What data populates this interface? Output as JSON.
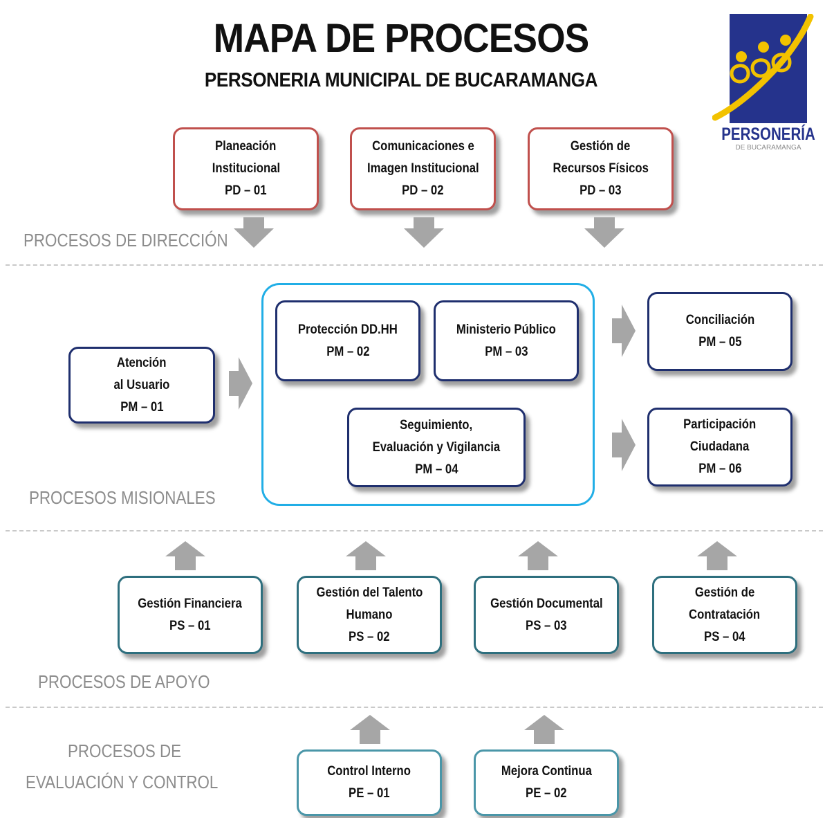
{
  "title": "MAPA DE PROCESOS",
  "subtitle": "PERSONERIA MUNICIPAL DE BUCARAMANGA",
  "logo": {
    "brand": "PERSONERÍA",
    "city": "DE  BUCARAMANGA",
    "colors": {
      "blue": "#25338c",
      "yellow": "#f2c200"
    }
  },
  "sections": {
    "direccion": "PROCESOS DE DIRECCIÓN",
    "misionales": "PROCESOS MISIONALES",
    "apoyo": "PROCESOS DE APOYO",
    "evaluacion_1": "PROCESOS DE",
    "evaluacion_2": "EVALUACIÓN Y CONTROL"
  },
  "direccion": [
    {
      "lines": [
        "Planeación",
        "Institucional",
        "PD – 01"
      ]
    },
    {
      "lines": [
        "Comunicaciones e",
        "Imagen Institucional",
        "PD – 02"
      ]
    },
    {
      "lines": [
        "Gestión de",
        "Recursos Físicos",
        "PD – 03"
      ]
    }
  ],
  "misionales": {
    "atencion": {
      "lines": [
        "Atención",
        "al Usuario",
        "PM – 01"
      ]
    },
    "proteccion": {
      "lines": [
        "Protección DD.HH",
        "PM – 02"
      ]
    },
    "ministerio": {
      "lines": [
        "Ministerio Público",
        "PM – 03"
      ]
    },
    "seguimiento": {
      "lines": [
        "Seguimiento,",
        "Evaluación y Vigilancia",
        "PM – 04"
      ]
    },
    "conciliacion": {
      "lines": [
        "Conciliación",
        "PM – 05"
      ]
    },
    "participacion": {
      "lines": [
        "Participación",
        "Ciudadana",
        "PM – 06"
      ]
    }
  },
  "apoyo": [
    {
      "lines": [
        "Gestión Financiera",
        "PS – 01"
      ]
    },
    {
      "lines": [
        "Gestión del Talento",
        "Humano",
        "PS – 02"
      ]
    },
    {
      "lines": [
        "Gestión Documental",
        "PS – 03"
      ]
    },
    {
      "lines": [
        "Gestión de",
        "Contratación",
        "PS – 04"
      ]
    }
  ],
  "evaluacion": [
    {
      "lines": [
        "Control Interno",
        "PE – 01"
      ]
    },
    {
      "lines": [
        "Mejora  Continua",
        "PE – 02"
      ]
    }
  ],
  "colors": {
    "direccion_border": "#c0504d",
    "misionales_border": "#1f2f6e",
    "apoyo_border": "#2e6f7e",
    "evaluacion_border": "#4a96a8",
    "frame_border": "#21aee6",
    "arrow": "#a6a6a6",
    "section_label": "#8c8c8c"
  }
}
